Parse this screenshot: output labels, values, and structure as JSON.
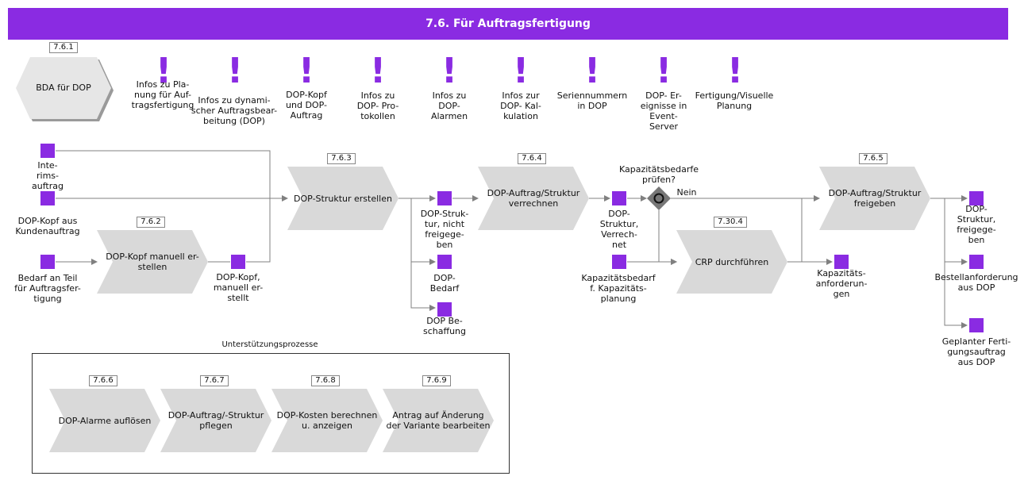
{
  "title": "7.6. Für Auftragsfertigung",
  "hexagon": {
    "number": "7.6.1",
    "label": "BDA für DOP"
  },
  "infos": [
    "Infos zu Pla-\nnung für Auf-\ntragsfertigung",
    "Infos zu  dynami-\nscher  Auftragsbear-\nbeitung  (DOP)",
    "DOP-Kopf\nund DOP-\nAuftrag",
    "Infos zu\nDOP- Pro-\ntokollen",
    "Infos zu\nDOP-\nAlarmen",
    "Infos zur\nDOP- Kal-\nkulation",
    "Seriennummern\nin DOP",
    "DOP- Er-\neignisse in\nEvent-\nServer",
    "Fertigung/Visuelle\nPlanung"
  ],
  "processes": {
    "p762": {
      "number": "7.6.2",
      "label": "DOP-Kopf manuell er-\nstellen"
    },
    "p763": {
      "number": "7.6.3",
      "label": "DOP-Struktur erstellen"
    },
    "p764": {
      "number": "7.6.4",
      "label": "DOP-Auftrag/Struktur\nverrechnen"
    },
    "p7304": {
      "number": "7.30.4",
      "label": "CRP durchführen"
    },
    "p765": {
      "number": "7.6.5",
      "label": "DOP-Auftrag/Struktur\nfreigeben"
    }
  },
  "objects": {
    "interim": "Inte-\nrims-\nauftrag",
    "kopf_kunde": "DOP-Kopf aus\nKundenauftrag",
    "bedarf": "Bedarf an   Teil\nfür   Auftragsfer-\ntigung",
    "kopf_manuell": "DOP-Kopf,\nmanuell er-\nstellt",
    "struktur_nicht": "DOP-Struk-\ntur, nicht\nfreigege-\nben",
    "dop_bedarf": "DOP-\nBedarf",
    "dop_beschaffung": "DOP Be-\nschaffung",
    "struktur_verrechnet": "DOP-\nStruktur,\nVerrech-\nnet",
    "kap_bedarf": "Kapazitätsbedarf\nf.     Kapazitäts-\nplanung",
    "kap_anforderungen": "Kapazitäts-\nanforderun-\ngen",
    "struktur_frei": "DOP-\nStruktur,\nfreigege-\nben",
    "bestellanforderung": "Bestellanforderung\naus DOP",
    "geplanter": "Geplanter     Ferti-\ngungsauftrag\naus DOP"
  },
  "decision": {
    "question": "Kapazitätsbedarfe\nprüfen?",
    "branch_label": "Nein"
  },
  "support": {
    "title": "Unterstützungsprozesse",
    "items": [
      {
        "number": "7.6.6",
        "label": "DOP-Alarme auflösen"
      },
      {
        "number": "7.6.7",
        "label": "DOP-Auftrag/-Struktur\npflegen"
      },
      {
        "number": "7.6.8",
        "label": "DOP-Kosten berechnen\nu. anzeigen"
      },
      {
        "number": "7.6.9",
        "label": "Antrag auf Änderung\nder Variante bearbeiten"
      }
    ]
  },
  "colors": {
    "accent": "#8a2be2",
    "chevron": "#d9d9d9",
    "edge": "#808080"
  }
}
